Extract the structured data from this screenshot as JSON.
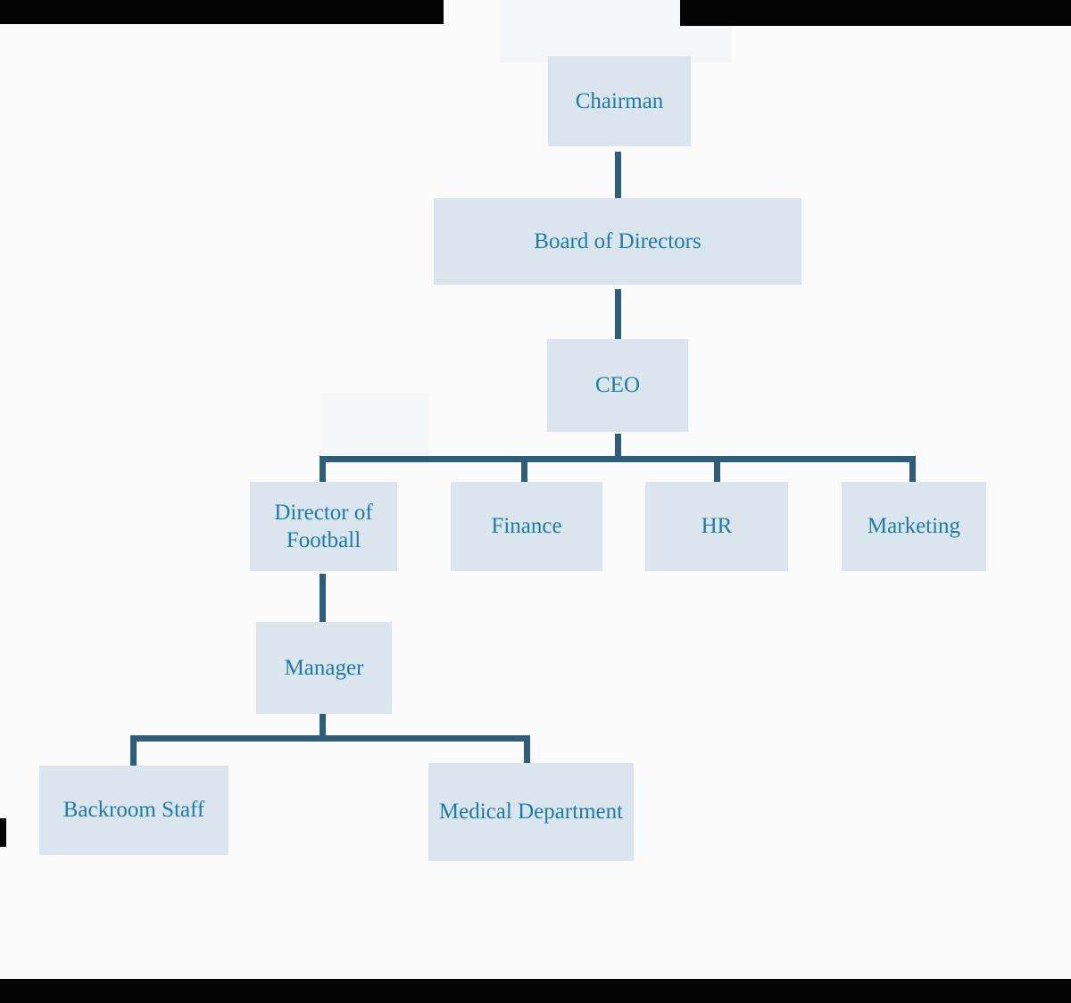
{
  "diagram": {
    "type": "org-chart",
    "colors": {
      "box_fill": "#dbe5ed",
      "box_text": "#1a7dab",
      "connector": "#2d5f7d",
      "background": "#fbfbfb",
      "border_bar": "#030303"
    },
    "nodes": {
      "chairman": {
        "label": "Chairman"
      },
      "board": {
        "label": "Board of Directors"
      },
      "ceo": {
        "label": "CEO"
      },
      "director_football": {
        "label": "Director of Football"
      },
      "finance": {
        "label": "Finance"
      },
      "hr": {
        "label": "HR"
      },
      "marketing": {
        "label": "Marketing"
      },
      "manager": {
        "label": "Manager"
      },
      "backroom_staff": {
        "label": "Backroom Staff"
      },
      "medical_department": {
        "label": "Medical Department"
      }
    },
    "edges": [
      {
        "from": "chairman",
        "to": "board"
      },
      {
        "from": "board",
        "to": "ceo"
      },
      {
        "from": "ceo",
        "to": "director_football"
      },
      {
        "from": "ceo",
        "to": "finance"
      },
      {
        "from": "ceo",
        "to": "hr"
      },
      {
        "from": "ceo",
        "to": "marketing"
      },
      {
        "from": "director_football",
        "to": "manager"
      },
      {
        "from": "manager",
        "to": "backroom_staff"
      },
      {
        "from": "manager",
        "to": "medical_department"
      }
    ]
  }
}
